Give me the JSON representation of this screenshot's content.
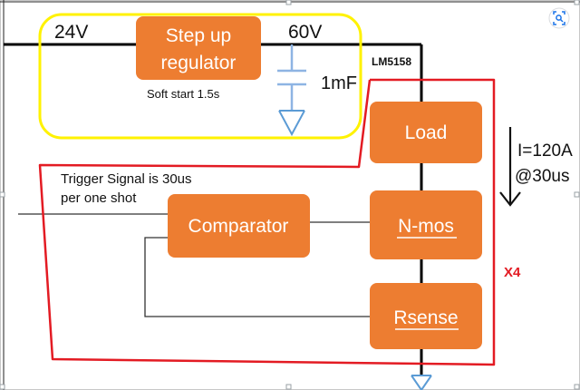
{
  "colors": {
    "block_fill": "#ED7D31",
    "highlight_outline": "#FFF200",
    "group_outline": "#E31B23",
    "wire": "#000000",
    "capacitor": "#8EB4E3",
    "ground": "#5B9BD5",
    "multiplier_text": "#E31B23",
    "selection_handle": "#9AA0A6"
  },
  "blocks": {
    "step_up_line1": "Step up",
    "step_up_line2": "regulator",
    "load": "Load",
    "nmos": "N-mos",
    "comparator": "Comparator",
    "rsense": "Rsense"
  },
  "labels": {
    "input_voltage": "24V",
    "output_voltage": "60V",
    "soft_start": "Soft start 1.5s",
    "capacitor_value": "1mF",
    "controller": "LM5158",
    "trigger_line1": "Trigger Signal is 30us",
    "trigger_line2": "per one shot",
    "current_line1": "I=120A",
    "current_line2": "@30us",
    "multiplier": "X4"
  },
  "toolbar": {
    "search_icon": "image-search-icon"
  }
}
